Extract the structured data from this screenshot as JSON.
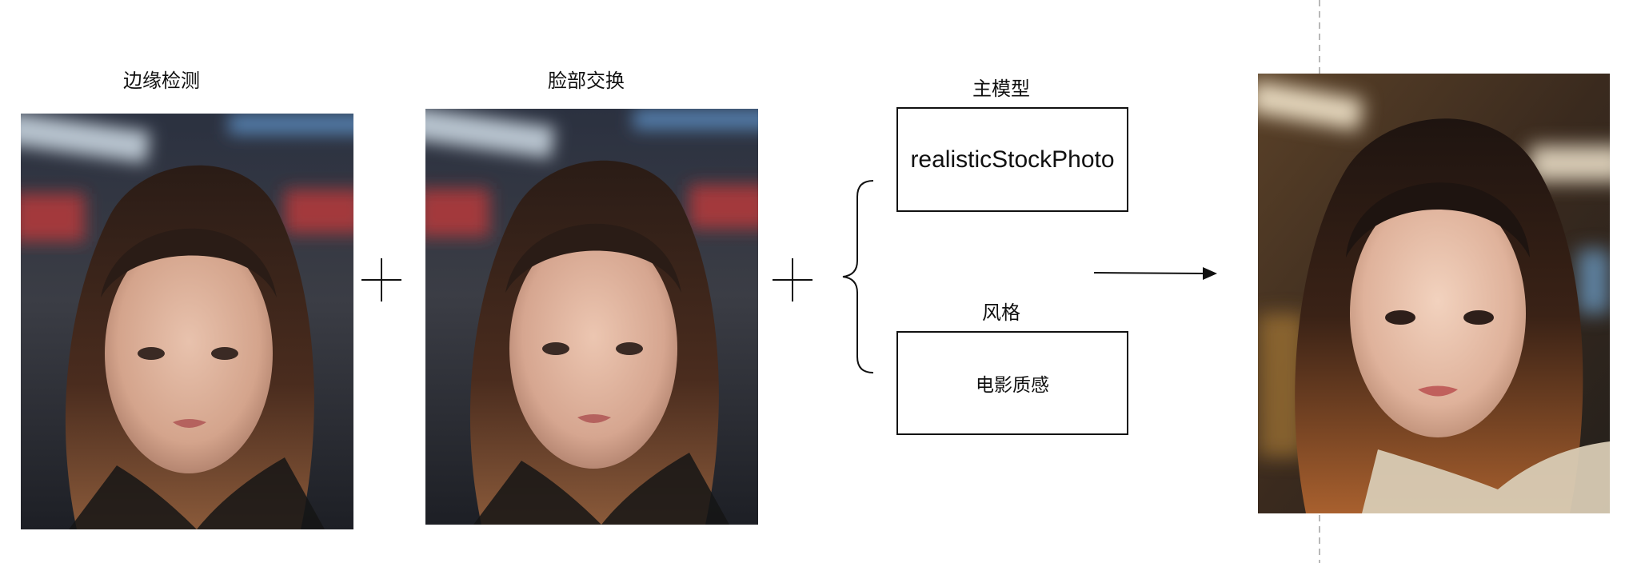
{
  "steps": {
    "edge_detection_label": "边缘检测",
    "face_swap_label": "脸部交换"
  },
  "model": {
    "main_model_label": "主模型",
    "main_model_value": "realisticStockPhoto",
    "style_label": "风格",
    "style_value": "电影质感"
  },
  "colors": {
    "line": "#111111",
    "divider": "#b8b8b8",
    "box_border": "#111111"
  }
}
